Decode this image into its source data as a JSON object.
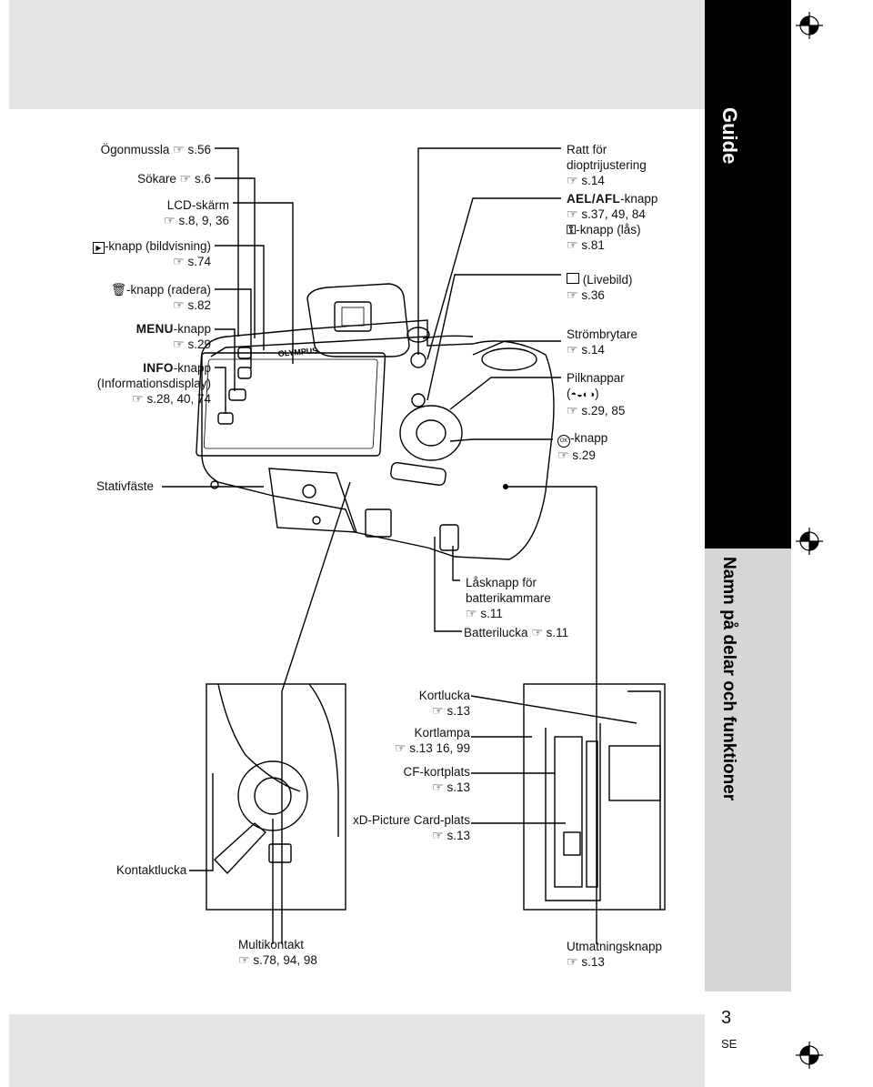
{
  "side_tabs": {
    "guide": "Guide",
    "section": "Namn på delar och funktioner"
  },
  "page": {
    "number": "3",
    "lang": "SE"
  },
  "ref_icon": "pointing-hand-icon",
  "camera_brand": "OLYMPUS",
  "left_labels": {
    "ogonmussla": {
      "line1": "Ögonmussla",
      "ref": "s.56"
    },
    "sokare": {
      "line1": "Sökare",
      "ref": "s.6"
    },
    "lcd": {
      "line1": "LCD-skärm",
      "ref": "s.8, 9, 36"
    },
    "play": {
      "line1": "-knapp (bildvisning)",
      "ref": "s.74"
    },
    "erase": {
      "line1": "-knapp (radera)",
      "ref": "s.82"
    },
    "menu": {
      "bold": "MENU",
      "line1": "-knapp",
      "ref": "s.29"
    },
    "info": {
      "bold": "INFO",
      "line1": "-knapp",
      "line2": "(Informationsdisplay)",
      "ref": "s.28, 40, 74"
    },
    "stativ": {
      "line1": "Stativfäste"
    },
    "kontakt": {
      "line1": "Kontaktlucka"
    }
  },
  "right_labels": {
    "dioptri": {
      "line1": "Ratt för",
      "line2": "dioptrijustering",
      "ref": "s.14"
    },
    "ael": {
      "bold": "AEL/AFL",
      "line1": "-knapp",
      "ref": "s.37, 49, 84",
      "lock": "-knapp (lås)",
      "lock_ref": "s.81"
    },
    "live": {
      "line1": "(Livebild)",
      "ref": "s.36"
    },
    "strom": {
      "line1": "Strömbrytare",
      "ref": "s.14"
    },
    "pil": {
      "line1": "Pilknappar",
      "line2": "(",
      "line2b": ")",
      "ref": "s.29, 85"
    },
    "ok": {
      "line1": "-knapp",
      "ref": "s.29"
    }
  },
  "bottom_labels": {
    "las": {
      "line1": "Låsknapp för",
      "line2": "batterikammare",
      "ref": "s.11"
    },
    "batteri": {
      "line1": "Batterilucka",
      "ref": "s.11"
    },
    "kortlucka": {
      "line1": "Kortlucka",
      "ref": "s.13"
    },
    "kortlampa": {
      "line1": "Kortlampa",
      "ref": "s.13 16, 99"
    },
    "cf": {
      "line1": "CF-kortplats",
      "ref": "s.13"
    },
    "xd": {
      "line1": "xD-Picture Card-plats",
      "ref": "s.13"
    },
    "multi": {
      "line1": "Multikontakt",
      "ref": "s.78, 94, 98"
    },
    "utmatning": {
      "line1": "Utmatningsknapp",
      "ref": "s.13"
    }
  }
}
